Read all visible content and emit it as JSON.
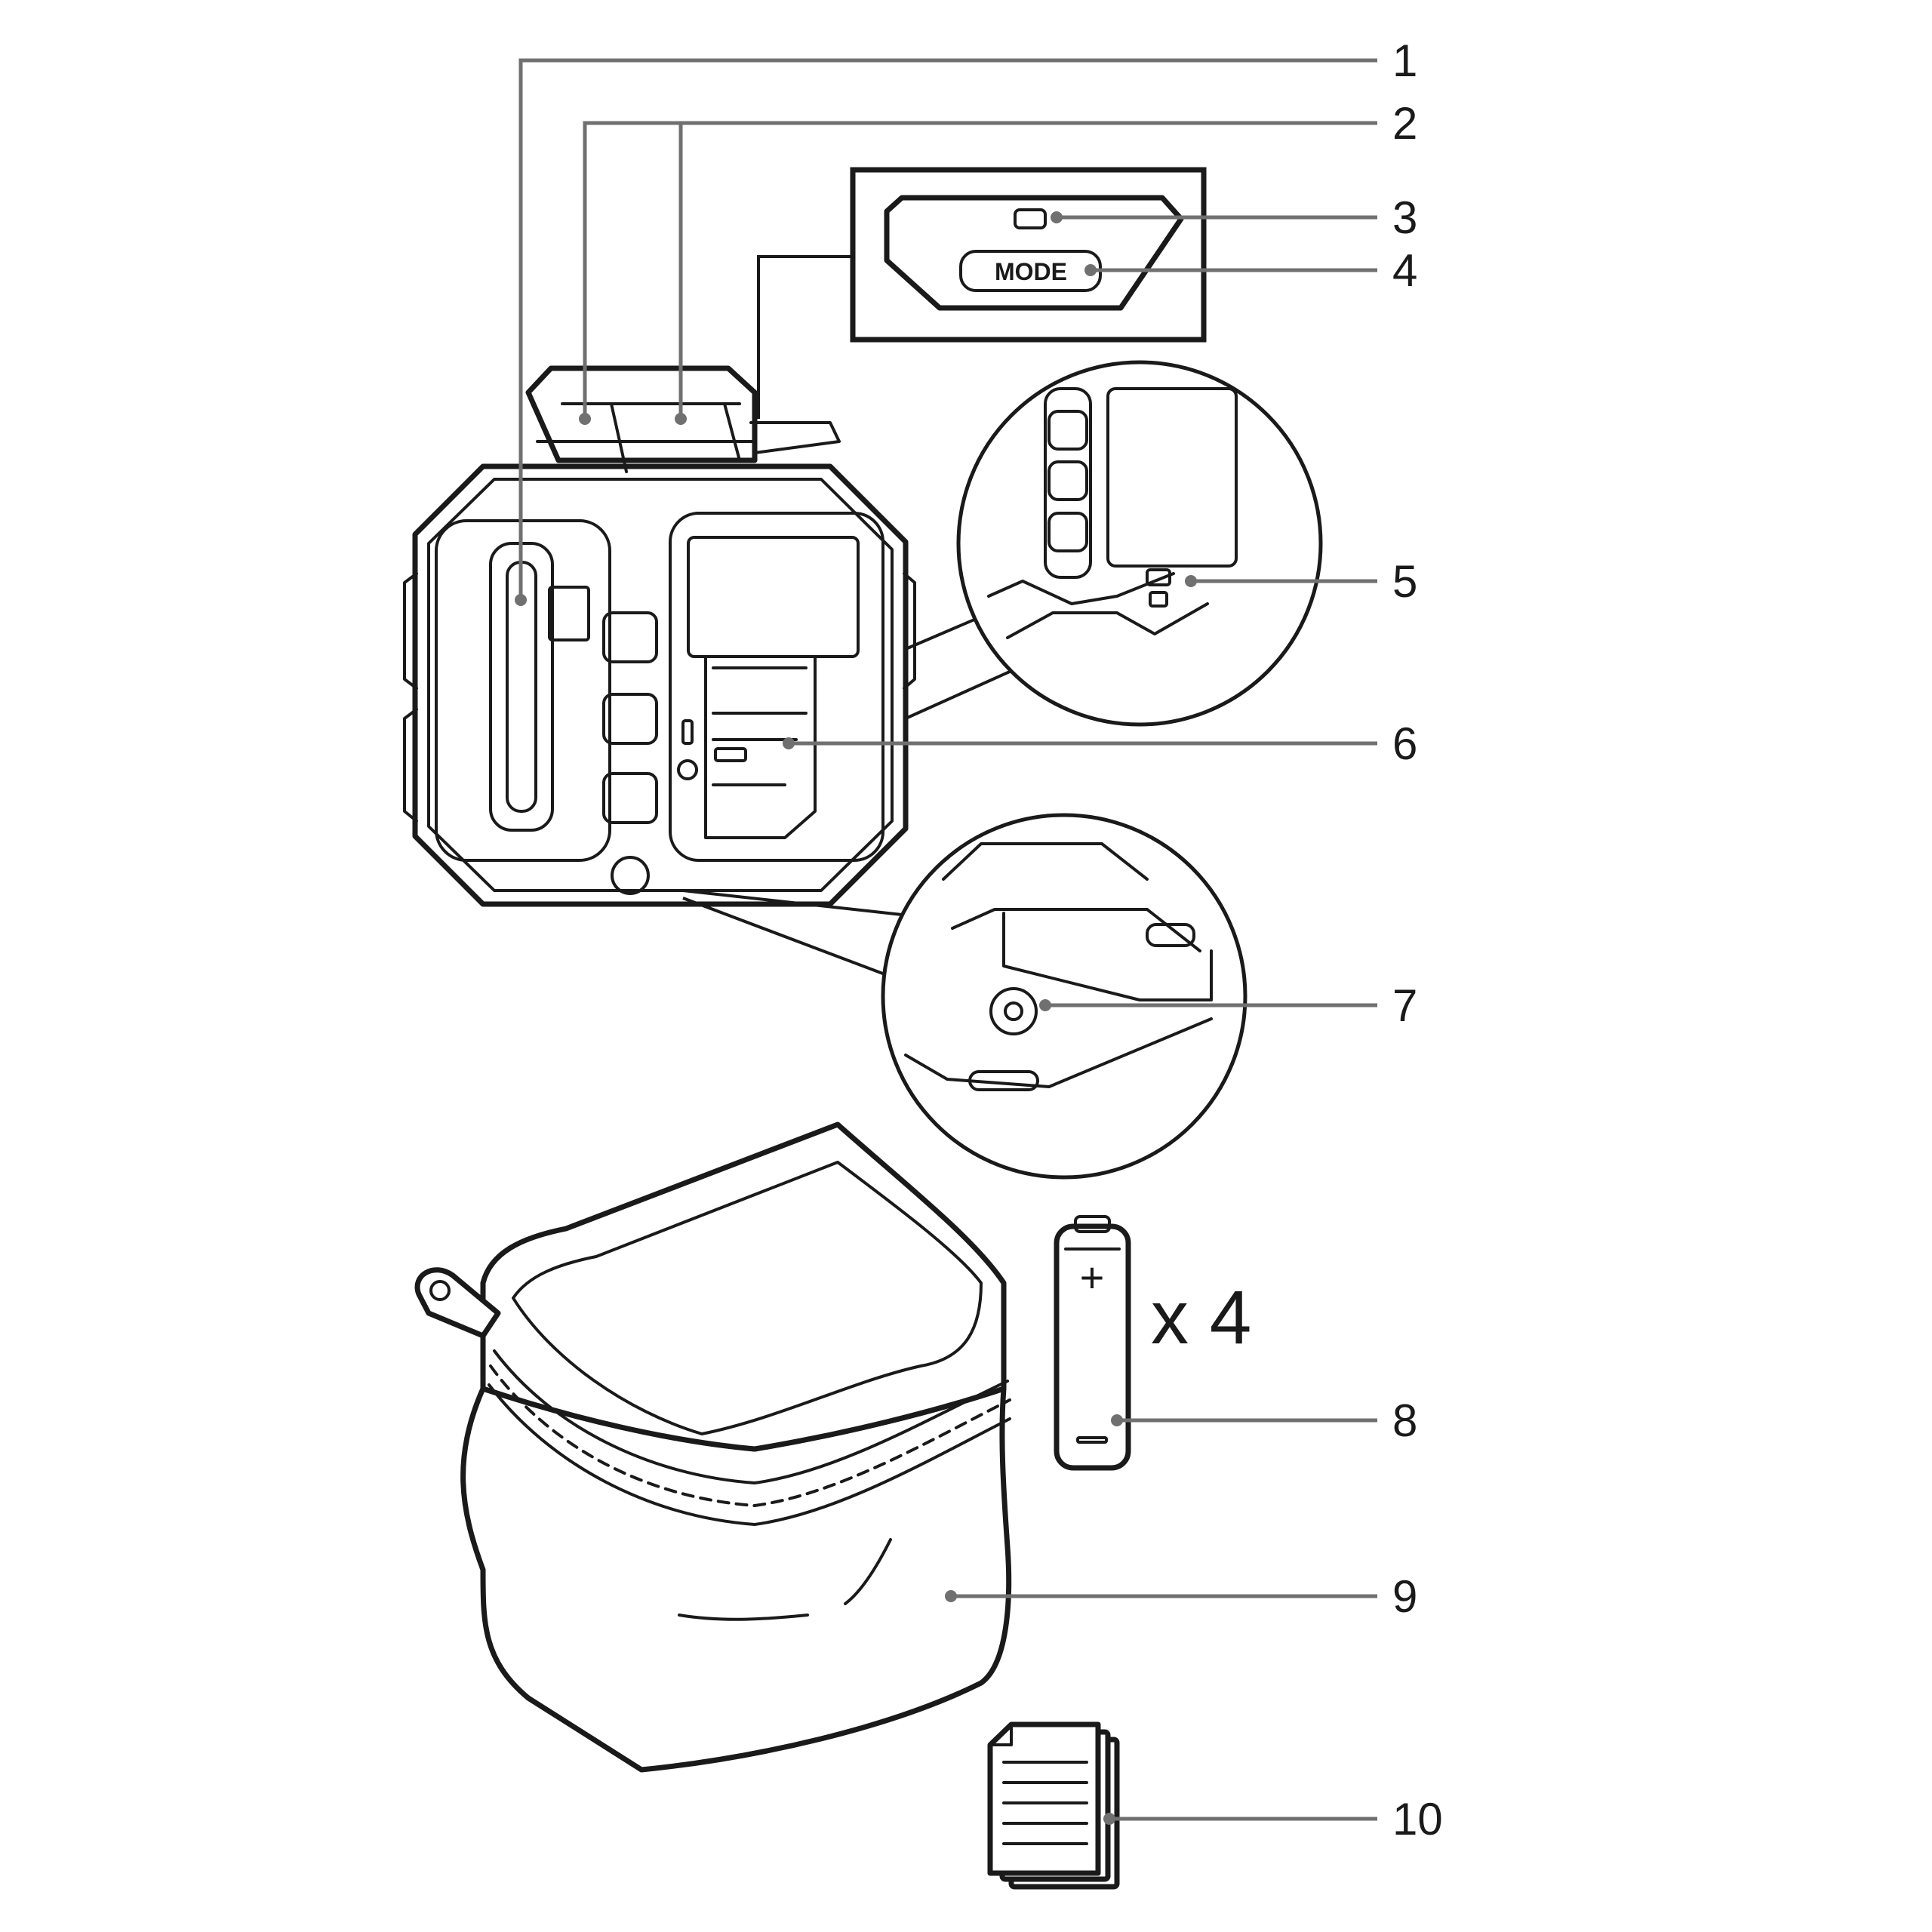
{
  "colors": {
    "line": "#1a1a1a",
    "leader": "#707070",
    "background": "#ffffff"
  },
  "device": {
    "mode_button_label": "MODE"
  },
  "battery": {
    "plus_sign": "+",
    "quantity_label": "x 4"
  },
  "callouts": [
    "1",
    "2",
    "3",
    "4",
    "5",
    "6",
    "7",
    "8",
    "9",
    "10"
  ]
}
